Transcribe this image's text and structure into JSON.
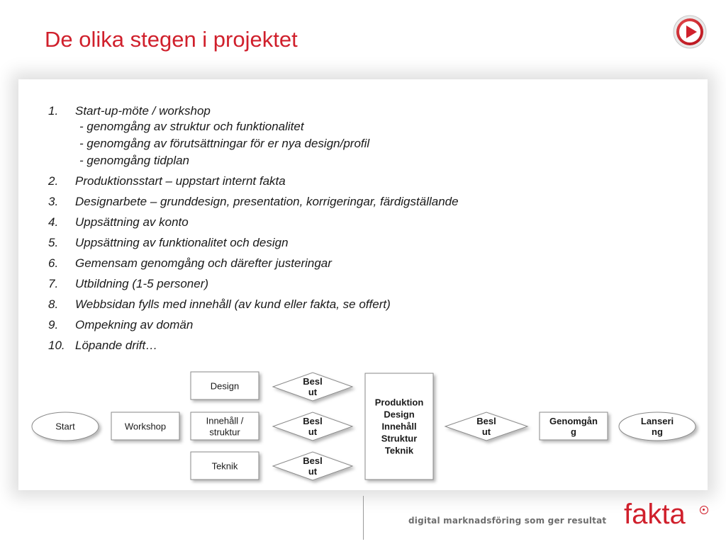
{
  "title": "De olika stegen i projektet",
  "steps": [
    {
      "num": "1.",
      "text": "Start-up-möte / workshop",
      "subs": [
        "- genomgång av struktur och funktionalitet",
        "- genomgång av förutsättningar för er nya design/profil",
        "- genomgång tidplan"
      ]
    },
    {
      "num": "2.",
      "text": "Produktionsstart – uppstart internt fakta"
    },
    {
      "num": "3.",
      "text": "Designarbete – grunddesign, presentation, korrigeringar, färdigställande"
    },
    {
      "num": "4.",
      "text": "Uppsättning av konto"
    },
    {
      "num": "5.",
      "text": "Uppsättning av funktionalitet och design"
    },
    {
      "num": "6.",
      "text": "Gemensam genomgång och därefter justeringar"
    },
    {
      "num": "7.",
      "text": "Utbildning (1-5 personer)"
    },
    {
      "num": "8.",
      "text": "Webbsidan fylls med innehåll (av kund eller fakta, se offert)"
    },
    {
      "num": "9.",
      "text": "Ompekning av domän"
    },
    {
      "num": "10.",
      "text": "Löpande drift…"
    }
  ],
  "flow": {
    "start": "Start",
    "workshop": "Workshop",
    "design": "Design",
    "innehall": [
      "Innehåll /",
      "struktur"
    ],
    "teknik": "Teknik",
    "beslut": [
      "Besl",
      "ut"
    ],
    "produktion": [
      "Produktion",
      "Design",
      "Innehåll",
      "Struktur",
      "Teknik"
    ],
    "genomgang": [
      "Genomgån",
      "g"
    ],
    "lansering": [
      "Lanseri",
      "ng"
    ]
  },
  "footer": {
    "tagline": "digital marknadsföring som ger resultat",
    "logo": "fakta"
  },
  "colors": {
    "accent": "#d0202c",
    "box_border": "#8a8a8a"
  },
  "icons": {
    "play": "play-button-icon"
  }
}
